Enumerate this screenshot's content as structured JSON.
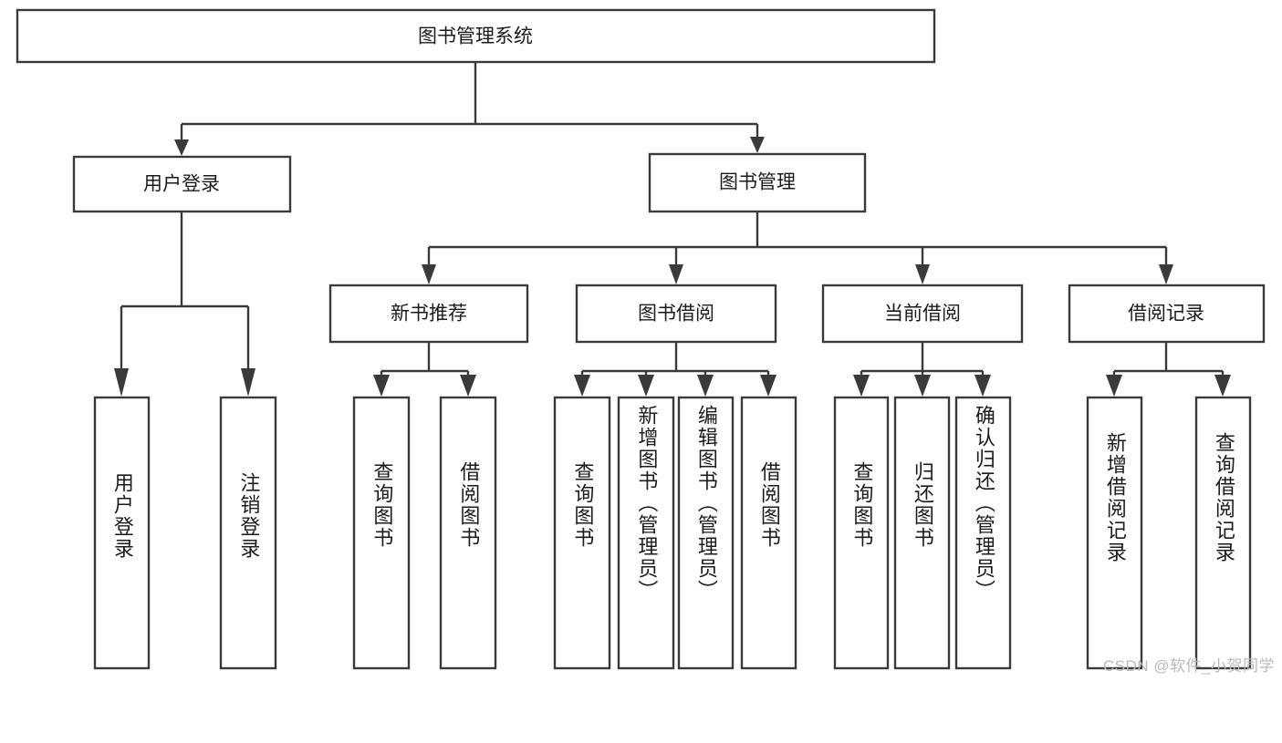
{
  "diagram": {
    "type": "tree",
    "title_node": {
      "id": "root",
      "label": "图书管理系统"
    },
    "level1": [
      {
        "id": "user-login",
        "label": "用户登录"
      },
      {
        "id": "book-manage",
        "label": "图书管理"
      }
    ],
    "level2": [
      {
        "id": "new-book-recommend",
        "label": "新书推荐",
        "parent": "book-manage"
      },
      {
        "id": "book-borrow",
        "label": "图书借阅",
        "parent": "book-manage"
      },
      {
        "id": "current-borrow",
        "label": "当前借阅",
        "parent": "book-manage"
      },
      {
        "id": "borrow-record",
        "label": "借阅记录",
        "parent": "book-manage"
      }
    ],
    "leaves": {
      "user_login": [
        {
          "id": "leaf-user-login",
          "label": "用户登录"
        },
        {
          "id": "leaf-logout-login",
          "label": "注销登录"
        }
      ],
      "new_book_recommend": [
        {
          "id": "leaf-query-book-1",
          "label": "查询图书"
        },
        {
          "id": "leaf-borrow-book-1",
          "label": "借阅图书"
        }
      ],
      "book_borrow": [
        {
          "id": "leaf-query-book-2",
          "label": "查询图书"
        },
        {
          "id": "leaf-add-book",
          "label": "新增图书（管理员）"
        },
        {
          "id": "leaf-edit-book",
          "label": "编辑图书（管理员）"
        },
        {
          "id": "leaf-borrow-book-2",
          "label": "借阅图书"
        }
      ],
      "current_borrow": [
        {
          "id": "leaf-query-book-3",
          "label": "查询图书"
        },
        {
          "id": "leaf-return-book",
          "label": "归还图书"
        },
        {
          "id": "leaf-confirm-return",
          "label": "确认归还（管理员）"
        }
      ],
      "borrow_record": [
        {
          "id": "leaf-add-record",
          "label": "新增借阅记录"
        },
        {
          "id": "leaf-query-record",
          "label": "查询借阅记录"
        }
      ]
    }
  },
  "watermark": {
    "text": "CSDN @软件_小贺同学"
  },
  "colors": {
    "stroke": "#3a3a3a",
    "box_fill": "#ffffff",
    "text": "#1b1b1b",
    "watermark": "#b9b9b9",
    "background": "#ffffff"
  }
}
